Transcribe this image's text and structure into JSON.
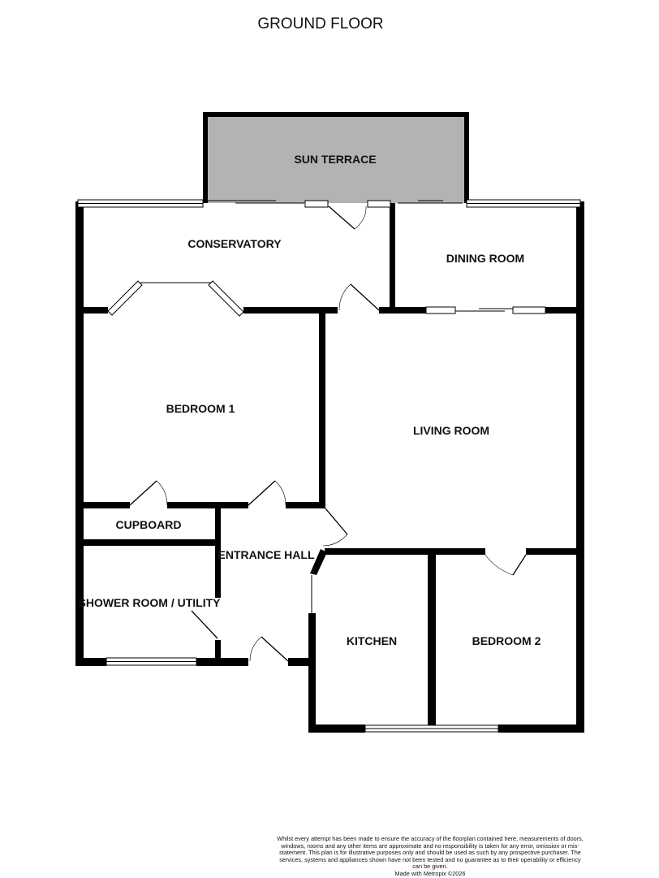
{
  "title": "GROUND FLOOR",
  "rooms": {
    "sun_terrace": "SUN TERRACE",
    "conservatory": "CONSERVATORY",
    "dining_room": "DINING ROOM",
    "bedroom1": "BEDROOM 1",
    "living_room": "LIVING ROOM",
    "cupboard": "CUPBOARD",
    "entrance_hall": "ENTRANCE HALL",
    "shower_room": "SHOWER ROOM / UTILITY",
    "kitchen": "KITCHEN",
    "bedroom2": "BEDROOM 2"
  },
  "colors": {
    "wall": "#000000",
    "terrace": "#b3b3b3"
  },
  "disclaimer": {
    "text": "Whilst every attempt has been made to ensure the accuracy of the floorplan contained here, measurements of doors, windows, rooms and any other items are approximate and no responsibility is taken for any error, omission or mis-statement. This plan is for illustrative purposes only and should be used as such by any prospective purchaser. The services, systems and appliances shown have not been tested and no guarantee as to their operability or efficiency can be given.",
    "credit": "Made with Metropix ©2026"
  }
}
